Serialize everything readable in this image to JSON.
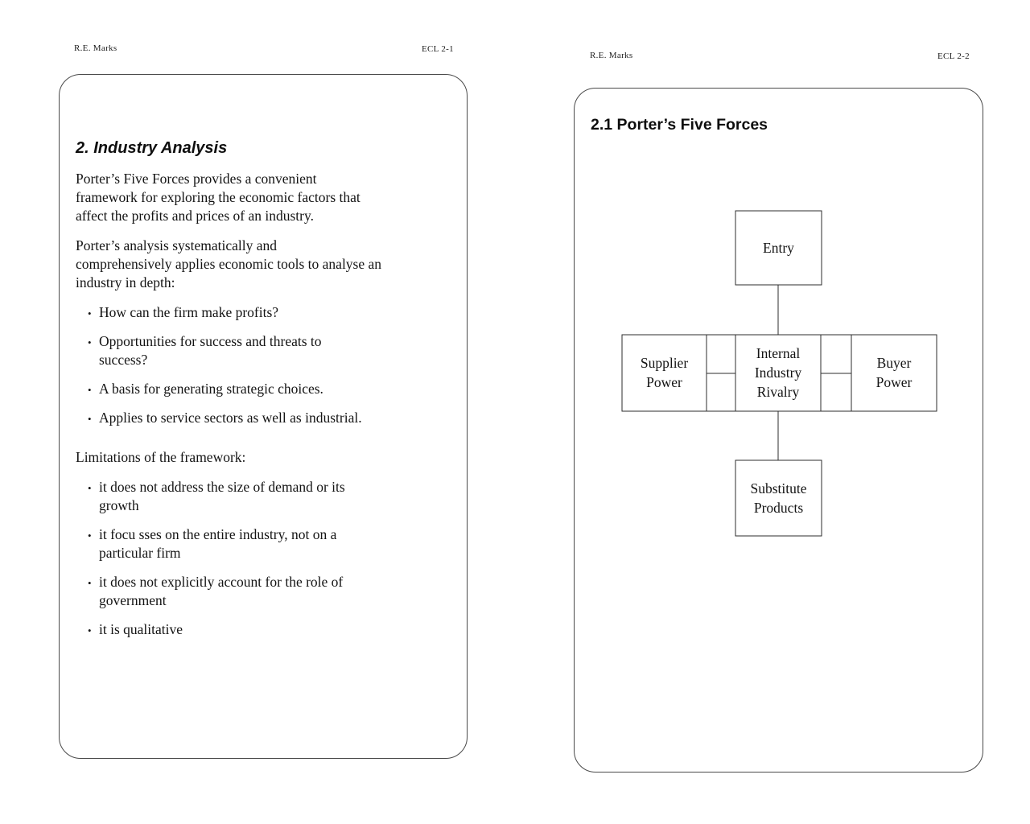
{
  "colors": {
    "background": "#ffffff",
    "line": "#333333",
    "text": "#141414"
  },
  "page_left": {
    "header": {
      "author": "R.E. Marks",
      "code": "ECL 2-1"
    },
    "title": "2. Industry Analysis",
    "para_intro": "Porter’s Five Forces provides a convenient\nframework for exploring the economic factors that\naffect the profits and prices of an industry.",
    "para_analysis": "Porter’s analysis systematically and\ncomprehensively applies economic tools to analyse an\nindustry in depth:",
    "bullets_analysis": [
      "How can the firm make profits?",
      "Opportunities for success and threats to\nsuccess?",
      "A basis for generating strategic choices.",
      "Applies to service sectors as well as industrial."
    ],
    "limitations_heading": "Limitations of the framework:",
    "bullets_limitations": [
      "it does not address the size of demand or its\ngrowth",
      "it focu sses on the entire industry, not on a\nparticular firm",
      "it does not explicitly account for the role of\ngovernment",
      "it is qualitative"
    ]
  },
  "page_right": {
    "header": {
      "author": "R.E. Marks",
      "code": "ECL 2-2"
    },
    "title": "2.1 Porter’s Five Forces",
    "diagram": {
      "nodes": {
        "entry": "Entry",
        "supplier": "Supplier\nPower",
        "internal": "Internal\nIndustry\nRivalry",
        "buyer": "Buyer\nPower",
        "substitute": "Substitute\nProducts"
      }
    }
  }
}
